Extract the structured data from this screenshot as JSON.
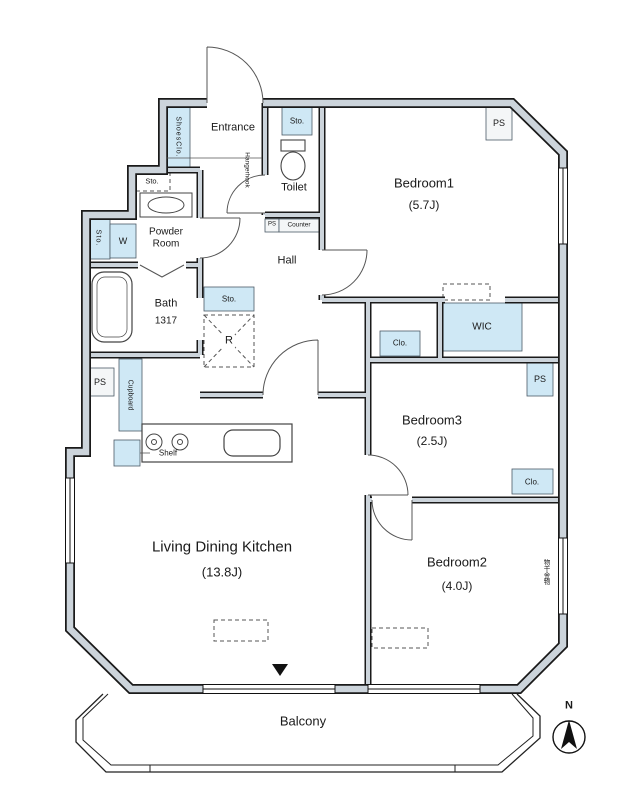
{
  "rooms": {
    "entrance": {
      "label": "Entrance"
    },
    "toilet": {
      "label": "Toilet"
    },
    "bedroom1": {
      "label": "Bedroom1",
      "size": "(5.7J)"
    },
    "powder_room": {
      "label": "Powder Room"
    },
    "hall": {
      "label": "Hall"
    },
    "bath": {
      "label": "Bath",
      "size": "1317"
    },
    "bedroom3": {
      "label": "Bedroom3",
      "size": "(2.5J)"
    },
    "wic": {
      "label": "WIC"
    },
    "ldk": {
      "label": "Living Dining Kitchen",
      "size": "(13.8J)"
    },
    "bedroom2": {
      "label": "Bedroom2",
      "size": "(4.0J)"
    },
    "balcony": {
      "label": "Balcony"
    }
  },
  "fixtures": {
    "shoes_closet": "ShoesClo.",
    "storage": "Sto.",
    "closet": "Clo.",
    "washer": "W",
    "pipe_space": "PS",
    "refrigerator": "R",
    "counter": "Counter",
    "hanger_hook": "Hangerhook",
    "cupboard": "Cupboard",
    "shelf": "Shelf",
    "laundry_fixture": "物干金物"
  },
  "compass": {
    "north": "N"
  },
  "colors": {
    "storage_fill": "#cfe8f5",
    "wall_gray": "#ccd4db"
  }
}
